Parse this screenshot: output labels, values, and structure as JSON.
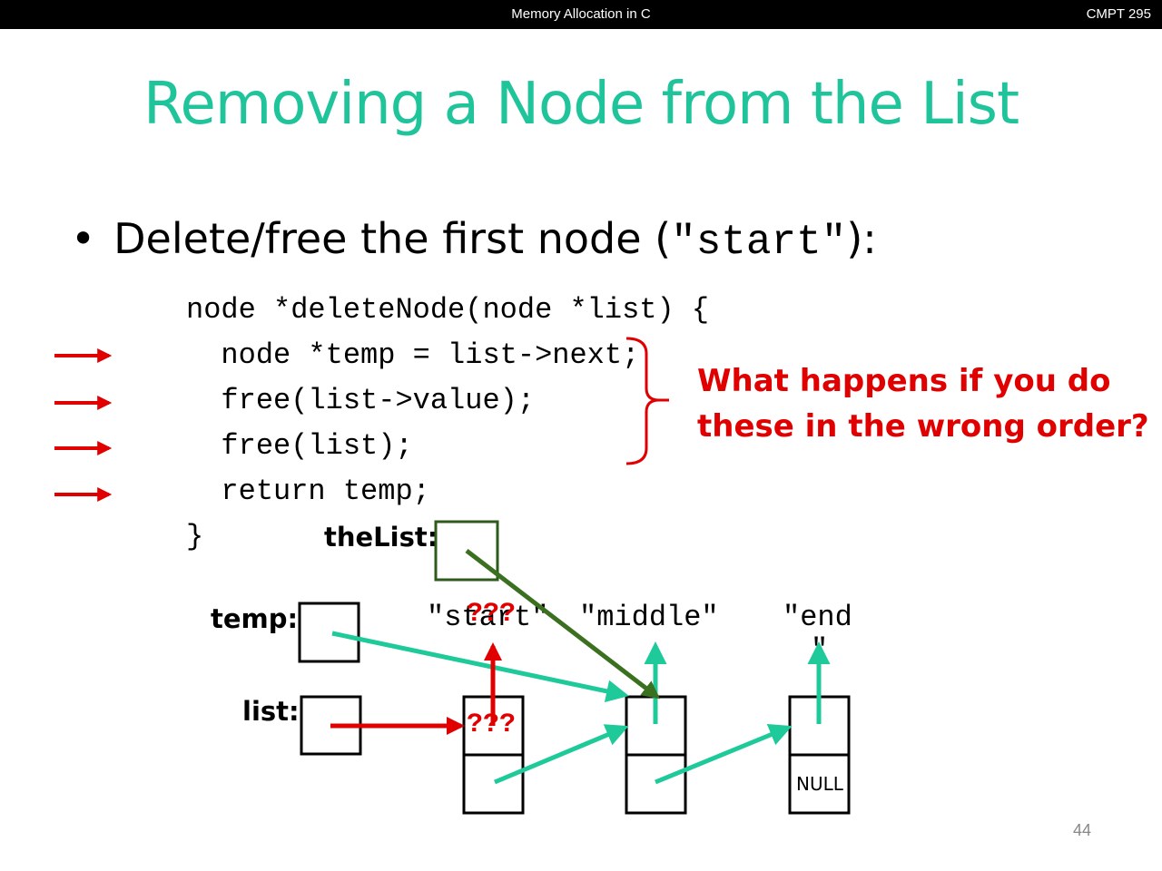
{
  "header": {
    "course_topic": "Memory Allocation in C",
    "course_code": "CMPT 295"
  },
  "slide": {
    "title": "Removing a Node from the List",
    "bullet": {
      "text_before": "Delete/free the first node (",
      "code": "\"start\"",
      "text_after": "):"
    },
    "code_lines": [
      "node *deleteNode(node *list) {",
      "  node *temp = list->next;",
      "  free(list->value);",
      "  free(list);",
      "  return temp;",
      "}"
    ],
    "callout": "What happens if you do these in the wrong order?",
    "page_number": "44"
  },
  "diagram": {
    "labels": {
      "thelist": "theList:",
      "temp": "temp:",
      "list": "list:"
    },
    "strings": {
      "start": "\"start\"",
      "middle": "\"middle\"",
      "end": "\"end",
      "end_quote": "\""
    },
    "unknown_value": "???",
    "unknown_box": "???",
    "null_text": "NULL"
  },
  "colors": {
    "accent": "#1fc49b",
    "arrow_teal": "#1ec99a",
    "arrow_red": "#e00000",
    "arrow_green": "#3a7020",
    "box_green": "#2e5a1c"
  }
}
